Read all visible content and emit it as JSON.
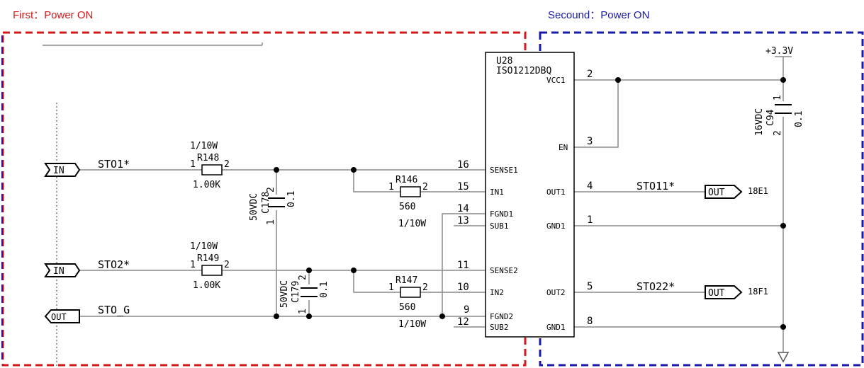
{
  "headers": {
    "first": "First：Power ON",
    "second": "Secound：Power ON"
  },
  "colors": {
    "first_box": "#d3181b",
    "second_box": "#1a1aa8",
    "wire": "#8a8a8a"
  },
  "ic": {
    "ref": "U28",
    "part": "ISO1212DBQ",
    "left_pins": [
      {
        "num": "16",
        "name": "SENSE1"
      },
      {
        "num": "15",
        "name": "IN1"
      },
      {
        "num": "14",
        "name": "FGND1"
      },
      {
        "num": "13",
        "name": "SUB1"
      },
      {
        "num": "11",
        "name": "SENSE2"
      },
      {
        "num": "10",
        "name": "IN2"
      },
      {
        "num": "9",
        "name": "FGND2"
      },
      {
        "num": "12",
        "name": "SUB2"
      }
    ],
    "right_pins": [
      {
        "num": "2",
        "name": "VCC1"
      },
      {
        "num": "3",
        "name": "EN"
      },
      {
        "num": "4",
        "name": "OUT1"
      },
      {
        "num": "1",
        "name": "GND1"
      },
      {
        "num": "5",
        "name": "OUT2"
      },
      {
        "num": "8",
        "name": "GND1"
      }
    ]
  },
  "ports": {
    "in1": {
      "label": "IN",
      "net": "STO1*"
    },
    "in2": {
      "label": "IN",
      "net": "STO2*"
    },
    "out_g": {
      "label": "OUT",
      "net": "STO_G"
    },
    "out1": {
      "label": "OUT",
      "net": "STO11*",
      "ref": "18E1"
    },
    "out2": {
      "label": "OUT",
      "net": "STO22*",
      "ref": "18F1"
    }
  },
  "resistors": {
    "r148": {
      "power": "1/10W",
      "ref": "R148",
      "value": "1.00K",
      "pin1": "1",
      "pin2": "2"
    },
    "r149": {
      "power": "1/10W",
      "ref": "R149",
      "value": "1.00K",
      "pin1": "1",
      "pin2": "2"
    },
    "r146": {
      "ref": "R146",
      "value": "560",
      "power": "1/10W",
      "pin1": "1",
      "pin2": "2"
    },
    "r147": {
      "ref": "R147",
      "value": "560",
      "power": "1/10W",
      "pin1": "1",
      "pin2": "2"
    }
  },
  "capacitors": {
    "c178": {
      "voltage": "50VDC",
      "ref": "C178",
      "value": "0.1",
      "pin1": "1",
      "pin2": "2"
    },
    "c179": {
      "voltage": "50VDC",
      "ref": "C179",
      "value": "0.1",
      "pin1": "1",
      "pin2": "2"
    },
    "c94": {
      "voltage": "16VDC",
      "ref": "C94",
      "value": "0.1",
      "pin1": "1",
      "pin2": "2"
    }
  },
  "power": {
    "rail": "+3.3V"
  }
}
